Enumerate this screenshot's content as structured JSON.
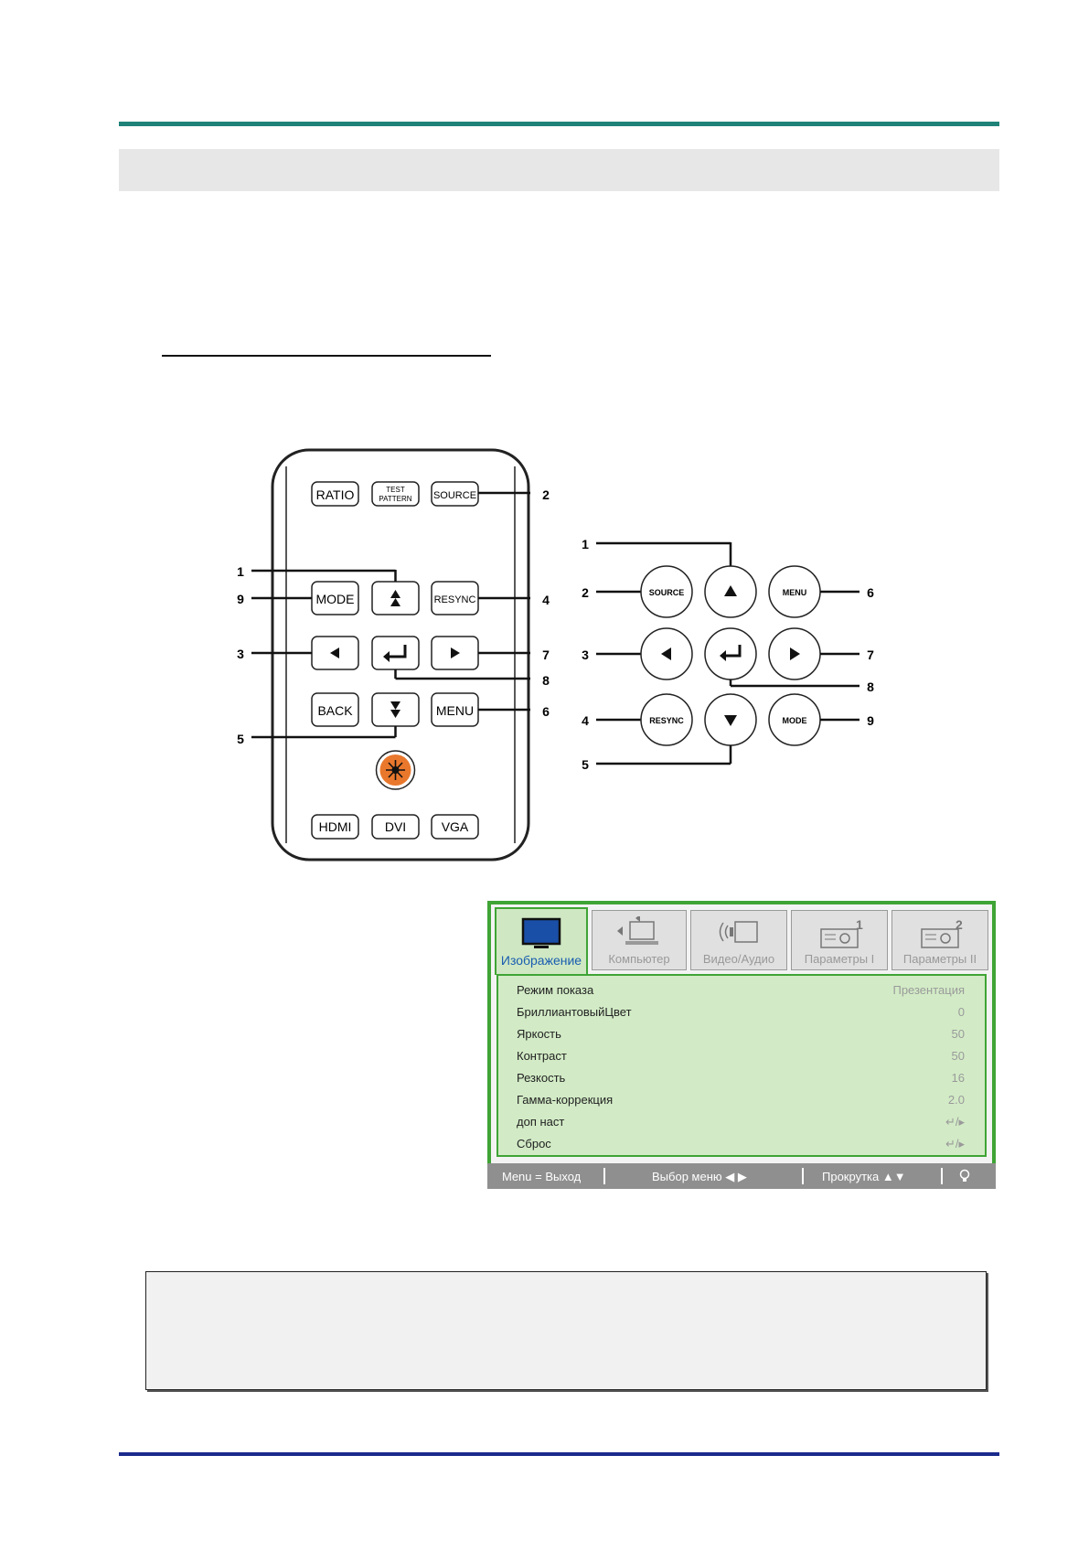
{
  "remote": {
    "buttons": {
      "ratio": "RATIO",
      "test_pattern_line1": "TEST",
      "test_pattern_line2": "PATTERN",
      "source": "SOURCE",
      "mode": "MODE",
      "resync": "RESYNC",
      "back": "BACK",
      "menu": "MENU",
      "hdmi": "HDMI",
      "dvi": "DVI",
      "vga": "VGA"
    },
    "callouts": {
      "source": "2",
      "up": "1",
      "mode": "9",
      "resync": "4",
      "left": "3",
      "right": "7",
      "enter": "8",
      "menu": "6",
      "down": "5"
    }
  },
  "keypad": {
    "buttons": {
      "source": "SOURCE",
      "menu": "MENU",
      "resync": "RESYNC",
      "mode": "MODE"
    },
    "callouts": {
      "up": "1",
      "source": "2",
      "menu": "6",
      "left": "3",
      "right": "7",
      "enter": "8",
      "resync": "4",
      "mode": "9",
      "down": "5"
    }
  },
  "osd": {
    "tabs": [
      {
        "label": "Изображение",
        "icon": "monitor-icon"
      },
      {
        "label": "Компьютер",
        "icon": "computer-icon"
      },
      {
        "label": "Видео/Аудио",
        "icon": "video-audio-icon"
      },
      {
        "label": "Параметры I",
        "icon": "projector-1-icon"
      },
      {
        "label": "Параметры II",
        "icon": "projector-2-icon"
      }
    ],
    "rows": [
      {
        "label": "Режим показа",
        "value": "Презентация"
      },
      {
        "label": "БриллиантовыйЦвет",
        "value": "0"
      },
      {
        "label": "Яркость",
        "value": "50"
      },
      {
        "label": "Контраст",
        "value": "50"
      },
      {
        "label": "Резкость",
        "value": "16"
      },
      {
        "label": "Гамма-коррекция",
        "value": "2.0"
      },
      {
        "label": "доп наст",
        "value": "↵/▸"
      },
      {
        "label": "Сброс",
        "value": "↵/▸"
      }
    ],
    "footer": {
      "exit": "Menu = Выход",
      "select": "Выбор меню ◀ ▶",
      "scroll": "Прокрутка ▲▼",
      "lamp_icon": "lamp-icon"
    },
    "colors": {
      "frame": "#3fa435",
      "list_bg": "#d2ebc6",
      "footer_bg": "#8f8f8f",
      "active_tab_text": "#1a5cb0"
    }
  },
  "colors": {
    "top_rule": "#1f8278",
    "bottom_rule": "#1b2a8c",
    "laser_button": "#e9782d"
  }
}
